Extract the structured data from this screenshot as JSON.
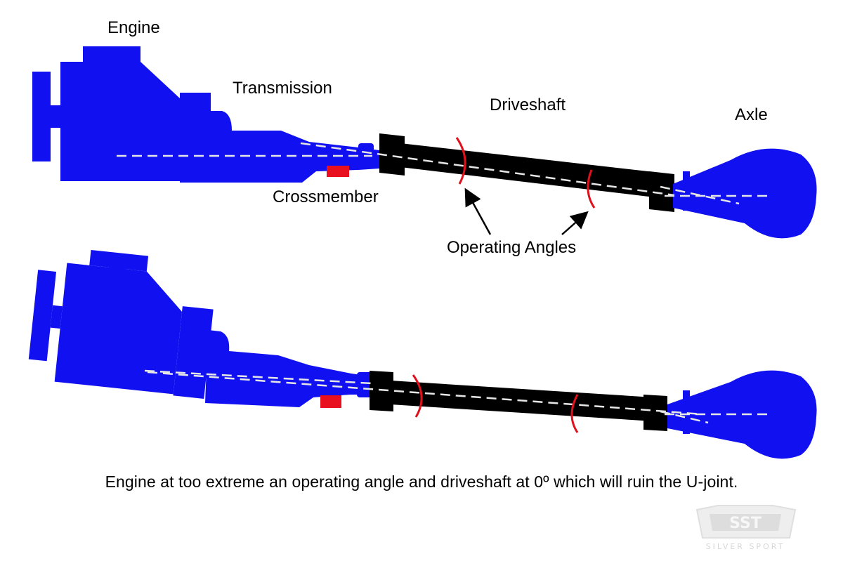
{
  "labels": {
    "engine": "Engine",
    "transmission": "Transmission",
    "driveshaft": "Driveshaft",
    "axle": "Axle",
    "crossmember": "Crossmember",
    "operating_angles": "Operating Angles"
  },
  "caption": "Engine at too extreme an operating angle and driveshaft at 0º which will ruin the U-joint.",
  "logo": {
    "text": "SST",
    "subtitle": "SILVER SPORT"
  },
  "colors": {
    "drivetrain": "#1010f0",
    "driveshaft": "#000000",
    "crossmember": "#e8101e",
    "angle_marker": "#e0101c",
    "centerline": "#e6e6e6"
  }
}
